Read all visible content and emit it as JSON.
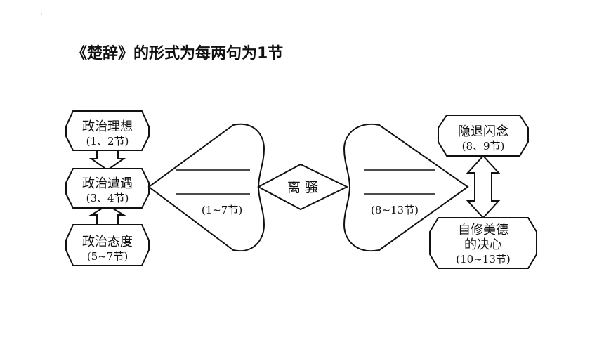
{
  "slide": {
    "title": "《楚辞》的形式为每两句为1节",
    "corner_mark": "·"
  },
  "diagram": {
    "left_nodes": [
      {
        "label": "政治理想",
        "range": "(1、2节)"
      },
      {
        "label": "政治遭遇",
        "range": "(3、4节)"
      },
      {
        "label": "政治态度",
        "range": "(5~7节)"
      }
    ],
    "left_heart_range": "(1~7节)",
    "center_label": "离 骚",
    "right_heart_range": "(8~13节)",
    "right_nodes": [
      {
        "label": "隐退闪念",
        "range": "(8、9节)"
      },
      {
        "label_line1": "自修美德",
        "label_line2": "的决心",
        "range": "(10~13节)"
      }
    ]
  }
}
